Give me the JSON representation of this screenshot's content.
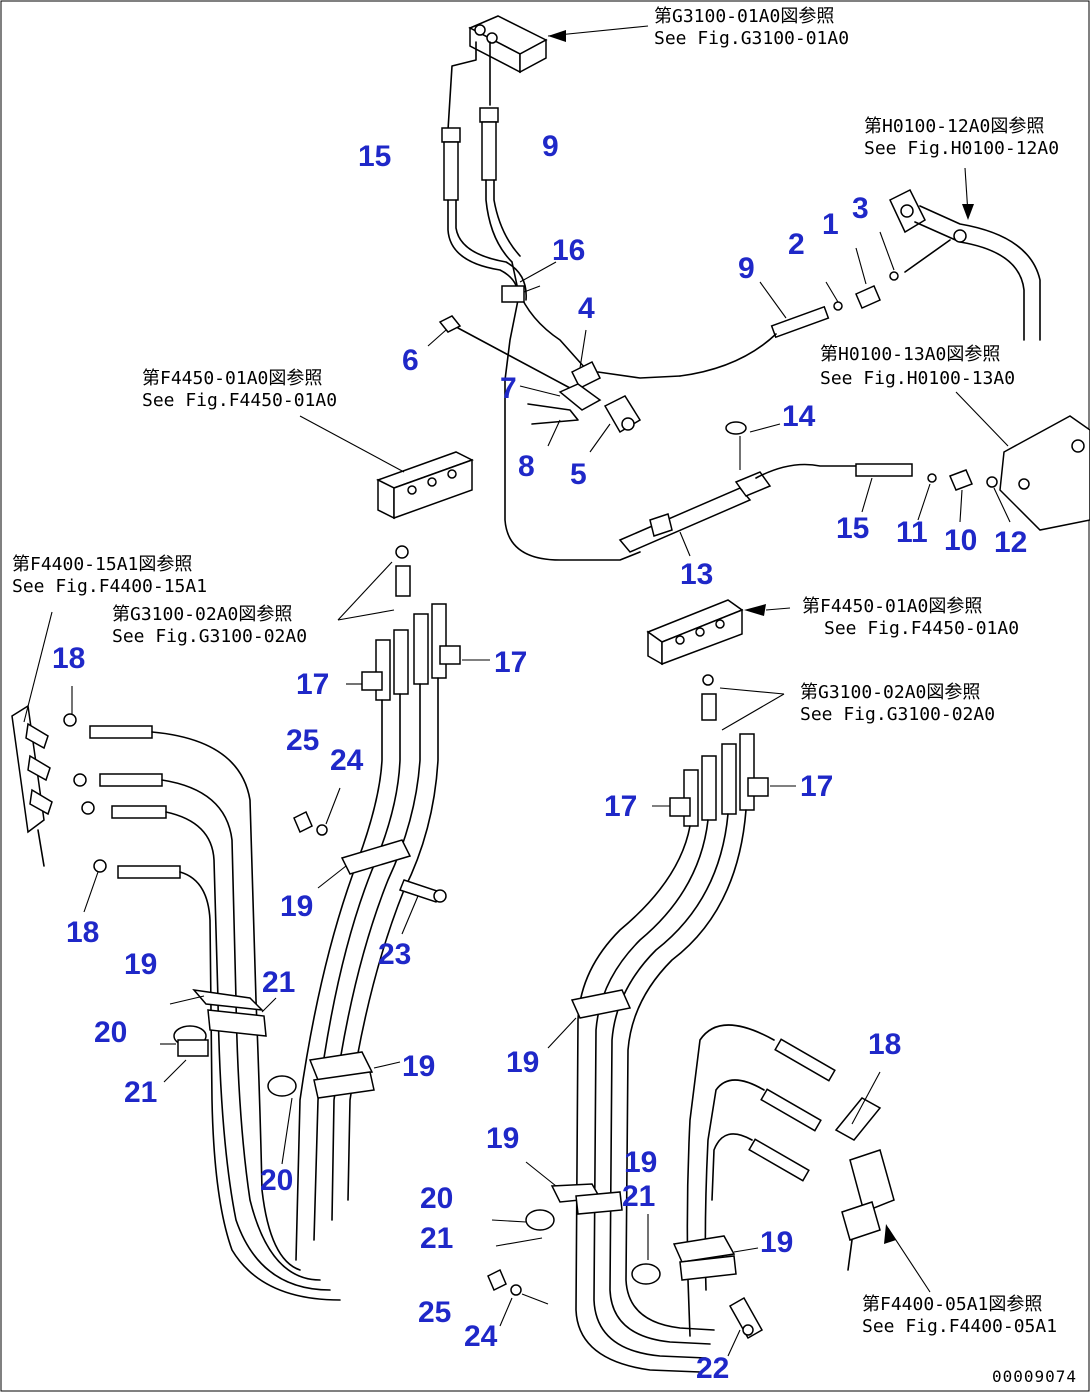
{
  "figure_code": "00009074",
  "part_numbers": {
    "p1": "1",
    "p2": "2",
    "p3": "3",
    "p4": "4",
    "p5": "5",
    "p6": "6",
    "p7": "7",
    "p8": "8",
    "p9a": "9",
    "p9b": "9",
    "p10": "10",
    "p11": "11",
    "p12": "12",
    "p13": "13",
    "p14": "14",
    "p15a": "15",
    "p15b": "15",
    "p16": "16",
    "p17a": "17",
    "p17b": "17",
    "p17c": "17",
    "p17d": "17",
    "p18a": "18",
    "p18b": "18",
    "p18c": "18",
    "p19a": "19",
    "p19b": "19",
    "p19c": "19",
    "p19d": "19",
    "p19e": "19",
    "p19f": "19",
    "p19g": "19",
    "p20a": "20",
    "p20b": "20",
    "p20c": "20",
    "p21a": "21",
    "p21b": "21",
    "p21c": "21",
    "p21d": "21",
    "p22": "22",
    "p23": "23",
    "p24a": "24",
    "p24b": "24",
    "p25a": "25",
    "p25b": "25"
  },
  "references": {
    "g3100_01a0": {
      "jp": "第G3100-01A0図参照",
      "en": "See Fig.G3100-01A0"
    },
    "h0100_12a0": {
      "jp": "第H0100-12A0図参照",
      "en": "See Fig.H0100-12A0"
    },
    "h0100_13a0": {
      "jp": "第H0100-13A0図参照",
      "en": "See Fig.H0100-13A0"
    },
    "f4450_left": {
      "jp": "第F4450-01A0図参照",
      "en": "See Fig.F4450-01A0"
    },
    "f4400_15a1": {
      "jp": "第F4400-15A1図参照",
      "en": "See Fig.F4400-15A1"
    },
    "g3100_02a0_left": {
      "jp": "第G3100-02A0図参照",
      "en": "See Fig.G3100-02A0"
    },
    "f4450_right": {
      "jp": "第F4450-01A0図参照",
      "en": "See Fig.F4450-01A0"
    },
    "g3100_02a0_right": {
      "jp": "第G3100-02A0図参照",
      "en": "See Fig.G3100-02A0"
    },
    "f4400_05a1": {
      "jp": "第F4400-05A1図参照",
      "en": "See Fig.F4400-05A1"
    }
  }
}
